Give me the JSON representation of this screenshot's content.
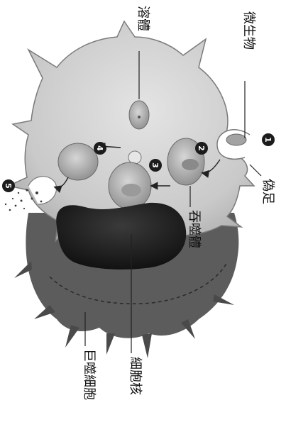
{
  "labels": {
    "microbe": "微生物",
    "lysosome": "溶體",
    "pseudopod": "偽足",
    "phagosome": "吞噬體",
    "nucleus": "細胞核",
    "macrophage": "巨噬細胞"
  },
  "steps": [
    "1",
    "2",
    "3",
    "4",
    "5"
  ],
  "colors": {
    "cytoplasm": "#cfcfcf",
    "cell_outline": "#7a7a7a",
    "nucleus": "#1a1a1a",
    "lower_cell": "#5c5c5c",
    "vesicle": "#b8b8b8",
    "marker": "#1c1c1c"
  }
}
